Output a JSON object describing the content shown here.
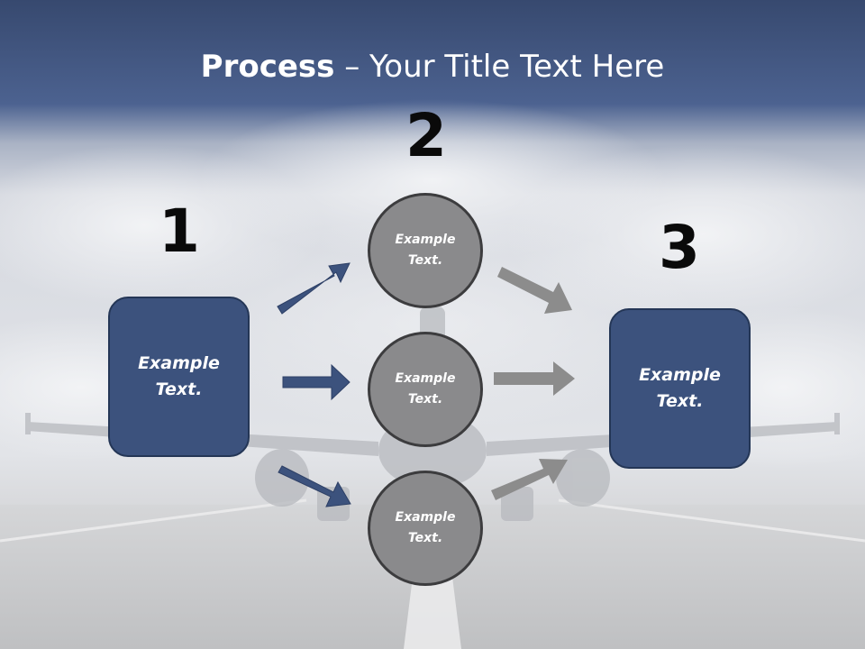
{
  "title": {
    "bold": "Process",
    "separator": " – ",
    "rest": "Your Title Text Here"
  },
  "steps": {
    "one": "1",
    "two": "2",
    "three": "3"
  },
  "left_box": {
    "text": "Example Text."
  },
  "right_box": {
    "text": "Example Text."
  },
  "circles": [
    {
      "text": "Example Text."
    },
    {
      "text": "Example Text."
    },
    {
      "text": "Example Text."
    }
  ],
  "colors": {
    "header_band": "#3f5580",
    "box_fill": "#3c527d",
    "circle_fill": "#8a8a8c",
    "blue_arrow": "#3c527d",
    "gray_arrow": "#8c8c8c"
  }
}
